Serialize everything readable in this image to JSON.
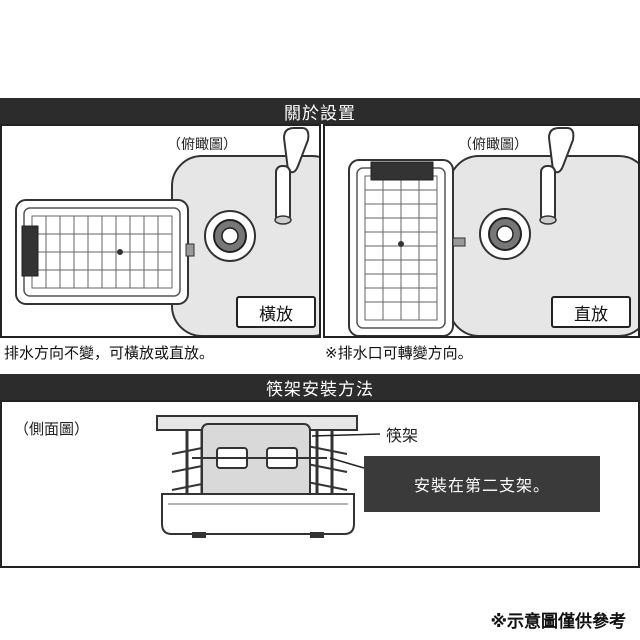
{
  "section1": {
    "title": "關於設置",
    "left": {
      "view_label": "（俯瞰圖）",
      "tag": "橫放",
      "caption": "排水方向不變，可橫放或直放。"
    },
    "right": {
      "view_label": "（俯瞰圖）",
      "tag": "直放",
      "caption": "※排水口可轉變方向。"
    }
  },
  "section2": {
    "title": "筷架安裝方法",
    "view_label": "（側面圖）",
    "callout_label": "筷架",
    "callout_text": "安裝在第二支架。"
  },
  "footnote": "※示意圖僅供參考"
}
